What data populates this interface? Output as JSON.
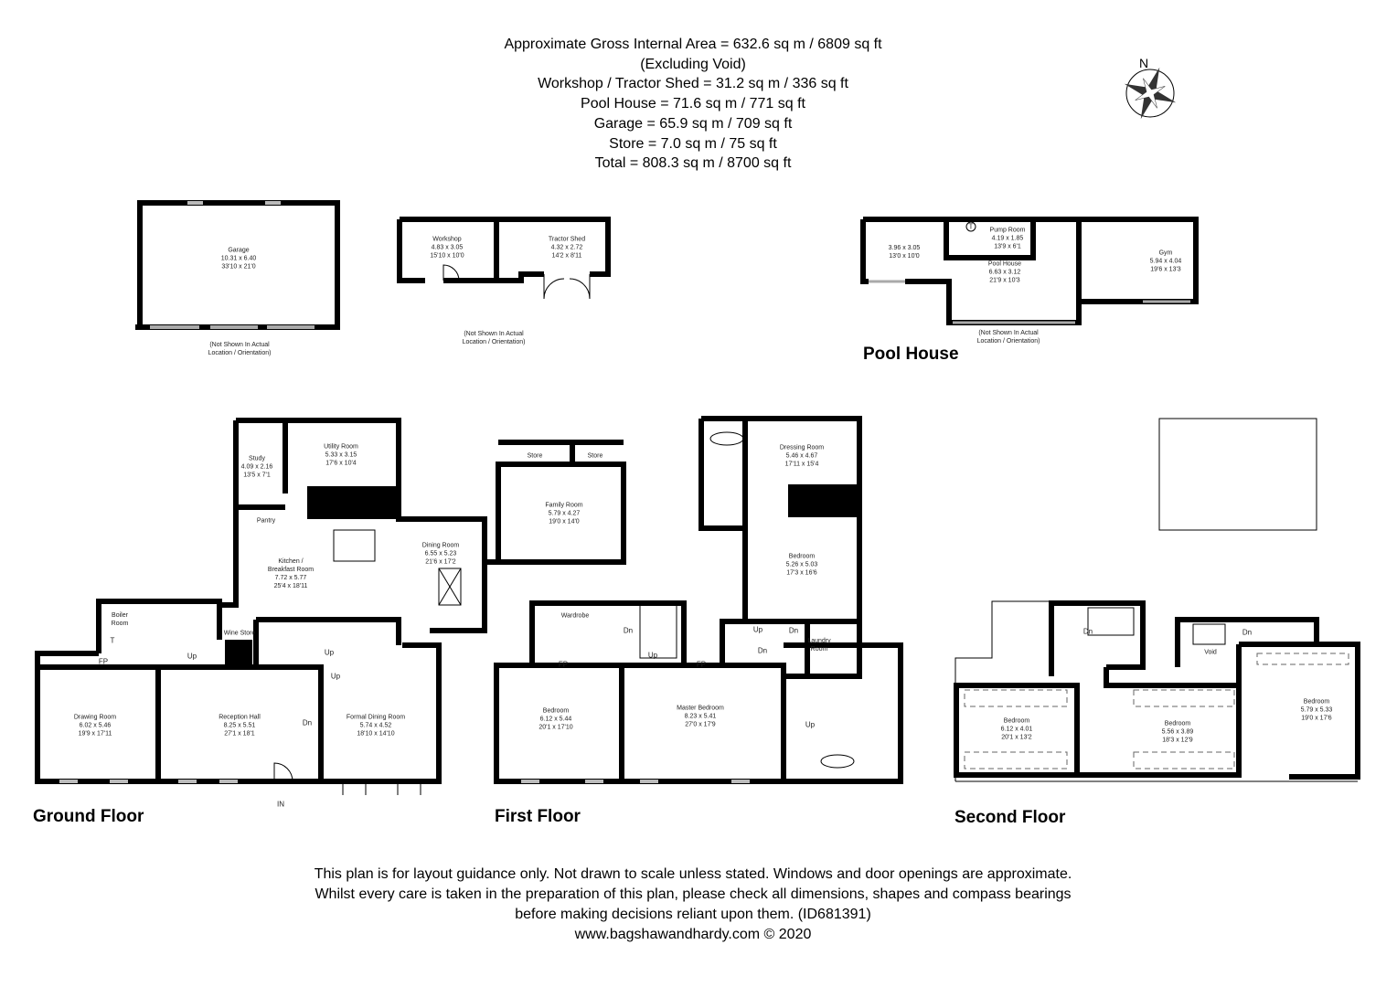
{
  "header": {
    "lines": [
      "Approximate Gross Internal Area = 632.6 sq m / 6809 sq ft",
      "(Excluding Void)",
      "Workshop / Tractor Shed = 31.2 sq m / 336 sq ft",
      "Pool House = 71.6 sq m / 771 sq ft",
      "Garage = 65.9 sq m / 709 sq ft",
      "Store = 7.0 sq m / 75 sq ft",
      "Total = 808.3 sq m / 8700 sq ft"
    ]
  },
  "compass": {
    "label": "N"
  },
  "outbuildings": {
    "rooms": [
      {
        "lines": [
          "Garage",
          "10.31 x 6.40",
          "33'10 x 21'0"
        ]
      },
      {
        "lines": [
          "Workshop",
          "4.83 x 3.05",
          "15'10 x 10'0"
        ]
      },
      {
        "lines": [
          "Tractor Shed",
          "4.32 x 2.72",
          "14'2 x 8'11"
        ]
      },
      {
        "lines": [
          "3.96 x 3.05",
          "13'0 x 10'0"
        ]
      },
      {
        "lines": [
          "Pump Room",
          "4.19 x 1.85",
          "13'9 x 6'1"
        ]
      },
      {
        "lines": [
          "Pool House",
          "6.63 x 3.12",
          "21'9 x 10'3"
        ]
      },
      {
        "lines": [
          "Gym",
          "5.94 x 4.04",
          "19'6 x 13'3"
        ]
      }
    ],
    "notes": [
      [
        "(Not Shown In Actual",
        "Location / Orientation)"
      ],
      [
        "(Not Shown In Actual",
        "Location / Orientation)"
      ],
      [
        "(Not Shown In Actual",
        "Location / Orientation)"
      ]
    ],
    "annotations": [
      "T"
    ],
    "pool_house_title": "Pool House"
  },
  "ground_floor": {
    "title": "Ground Floor",
    "rooms": [
      {
        "lines": [
          "Study",
          "4.09 x 2.16",
          "13'5 x 7'1"
        ]
      },
      {
        "lines": [
          "Utility Room",
          "5.33 x 3.15",
          "17'6 x 10'4"
        ]
      },
      {
        "lines": [
          "Kitchen /",
          "Breakfast Room",
          "7.72 x 5.77",
          "25'4 x 18'11"
        ]
      },
      {
        "lines": [
          "Dining Room",
          "6.55 x 5.23",
          "21'6 x 17'2"
        ]
      },
      {
        "lines": [
          "Family Room",
          "5.79 x 4.27",
          "19'0 x 14'0"
        ]
      },
      {
        "lines": [
          "Store"
        ]
      },
      {
        "lines": [
          "Store"
        ]
      },
      {
        "lines": [
          "Pantry"
        ]
      },
      {
        "lines": [
          "Boiler",
          "Room"
        ]
      },
      {
        "lines": [
          "Wine Store"
        ]
      },
      {
        "lines": [
          "Drawing Room",
          "6.02 x 5.46",
          "19'9 x 17'11"
        ]
      },
      {
        "lines": [
          "Reception Hall",
          "8.25 x 5.51",
          "27'1 x 18'1"
        ]
      },
      {
        "lines": [
          "Formal Dining Room",
          "5.74 x 4.52",
          "18'10 x 14'10"
        ]
      }
    ],
    "annotations": [
      "FP",
      "Up",
      "Up",
      "Up",
      "Dn",
      "IN",
      "T"
    ]
  },
  "first_floor": {
    "title": "First Floor",
    "rooms": [
      {
        "lines": [
          "Dressing Room",
          "5.46 x 4.67",
          "17'11 x 15'4"
        ]
      },
      {
        "lines": [
          "Bedroom",
          "5.26 x 5.03",
          "17'3 x 16'6"
        ]
      },
      {
        "lines": [
          "Wardrobe"
        ]
      },
      {
        "lines": [
          "Laundry",
          "Room"
        ]
      },
      {
        "lines": [
          "Bedroom",
          "6.12 x 5.44",
          "20'1 x 17'10"
        ]
      },
      {
        "lines": [
          "Master Bedroom",
          "8.23 x 5.41",
          "27'0 x 17'9"
        ]
      }
    ],
    "annotations": [
      "FP",
      "FP",
      "Dn",
      "Up",
      "Up",
      "Dn",
      "Dn",
      "Up"
    ]
  },
  "second_floor": {
    "title": "Second Floor",
    "rooms": [
      {
        "lines": [
          "Bedroom",
          "6.12 x 4.01",
          "20'1 x 13'2"
        ]
      },
      {
        "lines": [
          "Bedroom",
          "5.56 x 3.89",
          "18'3 x 12'9"
        ]
      },
      {
        "lines": [
          "Bedroom",
          "5.79 x 5.33",
          "19'0 x 17'6"
        ]
      },
      {
        "lines": [
          "Void"
        ]
      }
    ],
    "annotations": [
      "Dn",
      "Dn"
    ]
  },
  "footer": {
    "lines": [
      "This plan is for layout guidance only. Not drawn to scale unless stated. Windows and door openings are approximate.",
      "Whilst every care is taken in the preparation of this plan, please check all dimensions, shapes and compass bearings",
      "before making decisions reliant upon them. (ID681391)",
      "www.bagshawandhardy.com © 2020"
    ]
  }
}
